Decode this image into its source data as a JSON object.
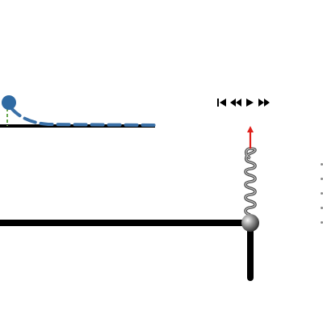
{
  "simulation": {
    "trace_color": "#3b71a8",
    "marker_color": "#2f6aa3",
    "guide_color": "#6aa84f",
    "spring_color": "#7a7a7a",
    "rod_color": "#000000",
    "force_arrow_color": "#e0201b"
  },
  "playback": {
    "controls": [
      {
        "name": "skip-to-start-button",
        "icon": "skip-start-icon"
      },
      {
        "name": "rewind-button",
        "icon": "rewind-icon"
      },
      {
        "name": "play-button",
        "icon": "play-icon"
      },
      {
        "name": "fast-forward-button",
        "icon": "fast-forward-icon"
      }
    ]
  },
  "side_menu": {
    "icon": "vertical-dots-icon"
  }
}
